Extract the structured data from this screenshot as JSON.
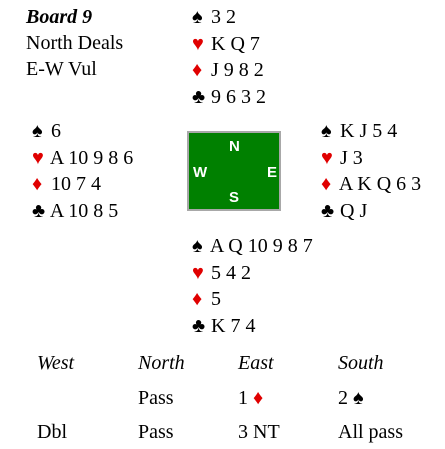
{
  "board": {
    "title": "Board 9",
    "dealer": "North Deals",
    "vulnerability": "E-W Vul"
  },
  "suit_symbols": {
    "spades": "♠",
    "hearts": "♥",
    "diamonds": "♦",
    "clubs": "♣"
  },
  "colors": {
    "red_suit": "#e00000",
    "black_suit": "#000000",
    "table_green": "#008000",
    "table_border": "#a8a8a8"
  },
  "hands": {
    "north": {
      "spades": "3 2",
      "hearts": "K Q 7",
      "diamonds": "J 9 8 2",
      "clubs": "9 6 3 2"
    },
    "west": {
      "spades": "6",
      "hearts": "A 10 9 8 6",
      "diamonds": "10 7 4",
      "clubs": "A 10 8 5"
    },
    "east": {
      "spades": "K J 5 4",
      "hearts": "J 3",
      "diamonds": "A K Q 6 3",
      "clubs": "Q J"
    },
    "south": {
      "spades": "A Q 10 9 8 7",
      "hearts": "5 4 2",
      "diamonds": "5",
      "clubs": "K 7 4"
    }
  },
  "compass": {
    "n": "N",
    "w": "W",
    "e": "E",
    "s": "S"
  },
  "auction": {
    "headers": [
      "West",
      "North",
      "East",
      "South"
    ],
    "rows": [
      [
        {
          "text": ""
        },
        {
          "text": "Pass"
        },
        {
          "text": "1",
          "suit": "♦",
          "suit_color": "red"
        },
        {
          "text": "2",
          "suit": "♠",
          "suit_color": "black"
        }
      ],
      [
        {
          "text": "Dbl"
        },
        {
          "text": "Pass"
        },
        {
          "text": "3 NT"
        },
        {
          "text": "All pass"
        }
      ]
    ]
  }
}
